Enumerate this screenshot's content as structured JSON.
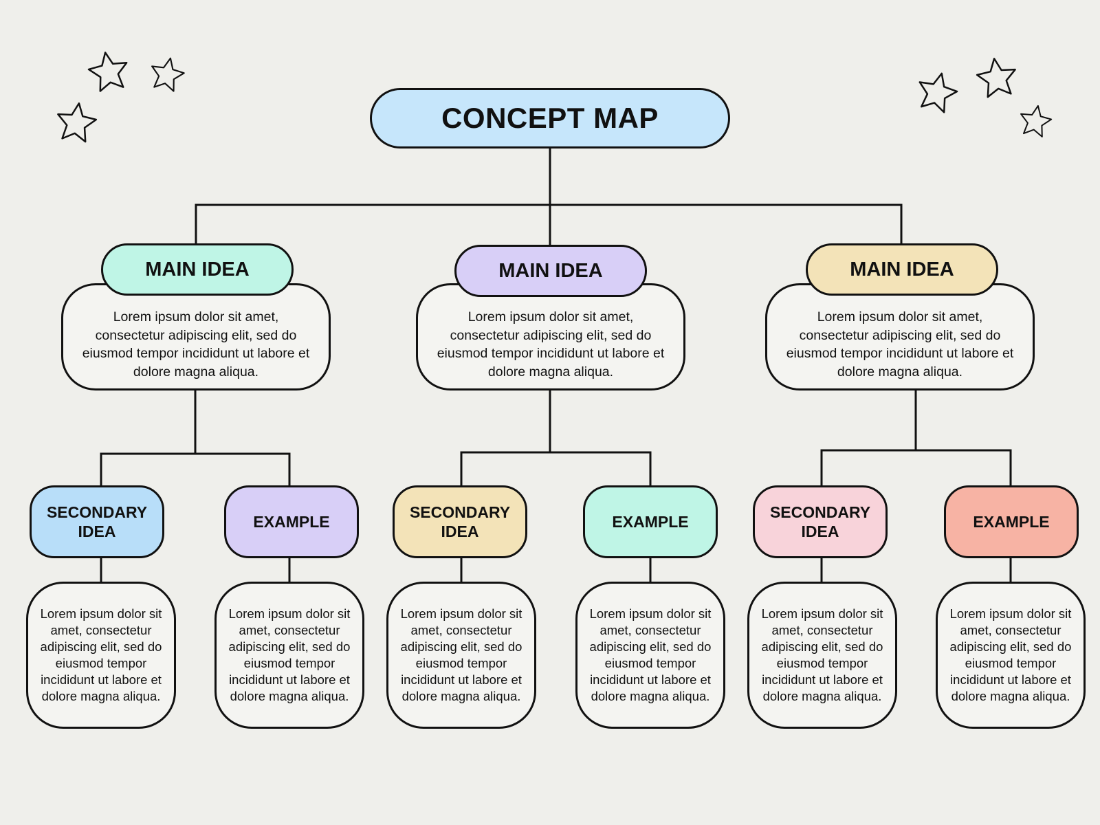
{
  "title": "CONCEPT MAP",
  "colors": {
    "background": "#efefeb",
    "outline": "#111111",
    "title_fill": "#c6e6fb",
    "mint": "#bff5e6",
    "lavender": "#d8cff7",
    "sand": "#f3e3b8",
    "sky": "#b8def9",
    "pink": "#f8d3da",
    "salmon": "#f7b3a4"
  },
  "decorations": {
    "left_icon": "star-icon",
    "right_icon": "star-icon"
  },
  "main_ideas": [
    {
      "label": "MAIN IDEA",
      "color": "#bff5e6",
      "text": "Lorem ipsum dolor sit amet, consectetur adipiscing elit, sed do eiusmod tempor incididunt ut labore et dolore magna aliqua.",
      "children": [
        {
          "label": "SECONDARY IDEA",
          "color": "#b8def9",
          "text": "Lorem ipsum dolor sit amet, consectetur adipiscing elit, sed do eiusmod tempor incididunt ut labore et dolore magna aliqua."
        },
        {
          "label": "EXAMPLE",
          "color": "#d8cff7",
          "text": "Lorem ipsum dolor sit amet, consectetur adipiscing elit, sed do eiusmod tempor incididunt ut labore et dolore magna aliqua."
        }
      ]
    },
    {
      "label": "MAIN IDEA",
      "color": "#d8cff7",
      "text": "Lorem ipsum dolor sit amet, consectetur adipiscing elit, sed do eiusmod tempor incididunt ut labore et dolore magna aliqua.",
      "children": [
        {
          "label": "SECONDARY IDEA",
          "color": "#f3e3b8",
          "text": "Lorem ipsum dolor sit amet, consectetur adipiscing elit, sed do eiusmod tempor incididunt ut labore et dolore magna aliqua."
        },
        {
          "label": "EXAMPLE",
          "color": "#bff5e6",
          "text": "Lorem ipsum dolor sit amet, consectetur adipiscing elit, sed do eiusmod tempor incididunt ut labore et dolore magna aliqua."
        }
      ]
    },
    {
      "label": "MAIN IDEA",
      "color": "#f3e3b8",
      "text": "Lorem ipsum dolor sit amet, consectetur adipiscing elit, sed do eiusmod tempor incididunt ut labore et dolore magna aliqua.",
      "children": [
        {
          "label": "SECONDARY IDEA",
          "color": "#f8d3da",
          "text": "Lorem ipsum dolor sit amet, consectetur adipiscing elit, sed do eiusmod tempor incididunt ut labore et dolore magna aliqua."
        },
        {
          "label": "EXAMPLE",
          "color": "#f7b3a4",
          "text": "Lorem ipsum dolor sit amet, consectetur adipiscing elit, sed do eiusmod tempor incididunt ut labore et dolore magna aliqua."
        }
      ]
    }
  ]
}
